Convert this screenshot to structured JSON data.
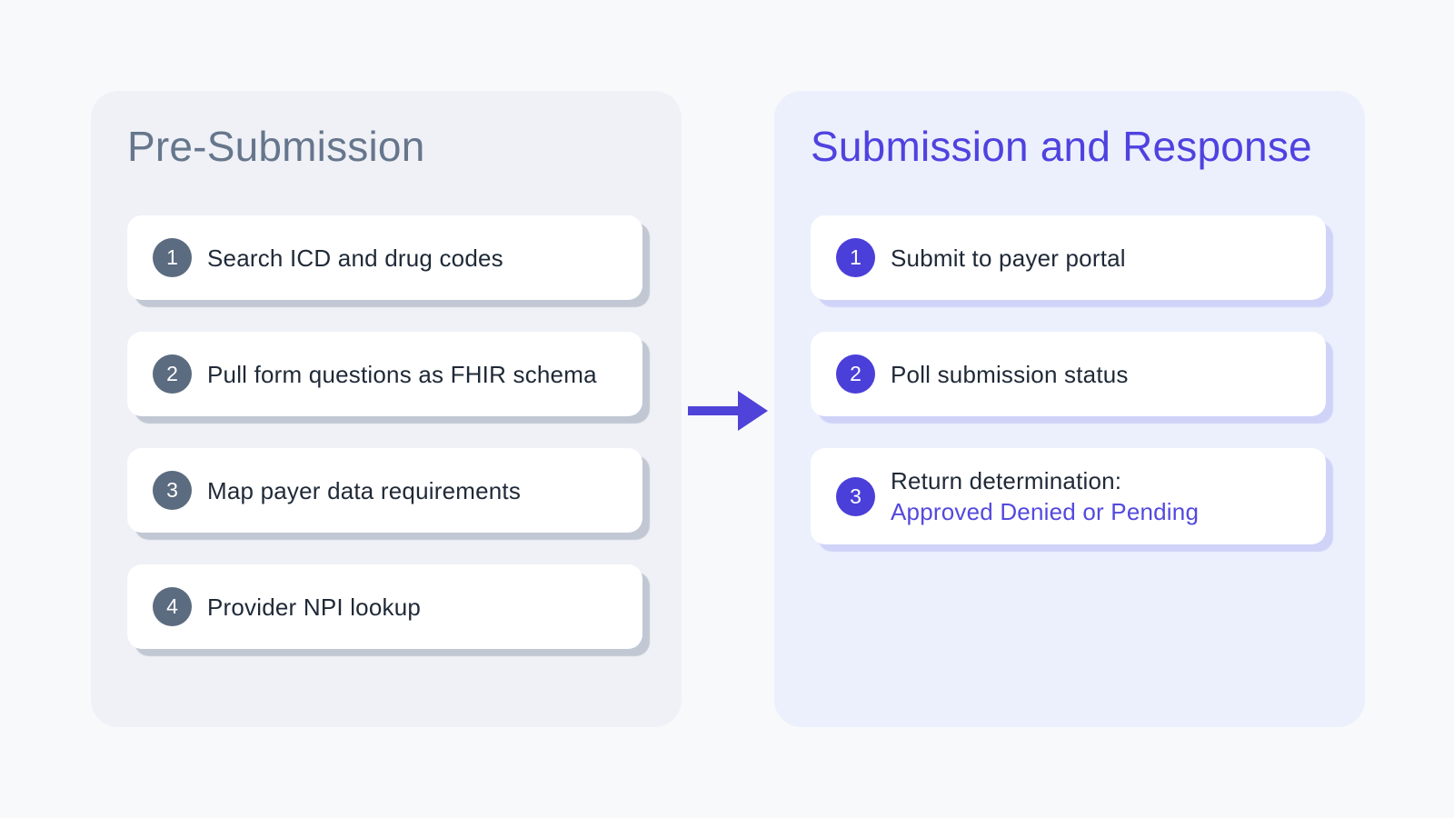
{
  "diagram": {
    "type": "two-stage-flow",
    "colors": {
      "page_bg": "#f8f9fb",
      "arrow": "#4f43d9",
      "step_text": "#1f2937"
    },
    "columns": [
      {
        "id": "pre-submission",
        "title": "Pre-Submission",
        "colors": {
          "panel_bg": "#eff1f6",
          "title": "#66768c",
          "badge": "#5b6b80"
        },
        "steps": [
          {
            "num": "1",
            "line1": "Search ICD and drug codes"
          },
          {
            "num": "2",
            "line1": "Pull form questions as FHIR schema"
          },
          {
            "num": "3",
            "line1": "Map payer data requirements"
          },
          {
            "num": "4",
            "line1": "Provider NPI lookup"
          }
        ]
      },
      {
        "id": "submission-and-response",
        "title": "Submission and Response",
        "colors": {
          "panel_bg": "#ecf0fc",
          "title": "#4f42e0",
          "badge": "#4b3fd9",
          "line2": "#5349dd"
        },
        "steps": [
          {
            "num": "1",
            "line1": "Submit to payer portal"
          },
          {
            "num": "2",
            "line1": "Poll submission status"
          },
          {
            "num": "3",
            "line1": "Return determination:",
            "line2": "Approved Denied or Pending"
          }
        ]
      }
    ],
    "arrow": {
      "direction": "right"
    }
  }
}
